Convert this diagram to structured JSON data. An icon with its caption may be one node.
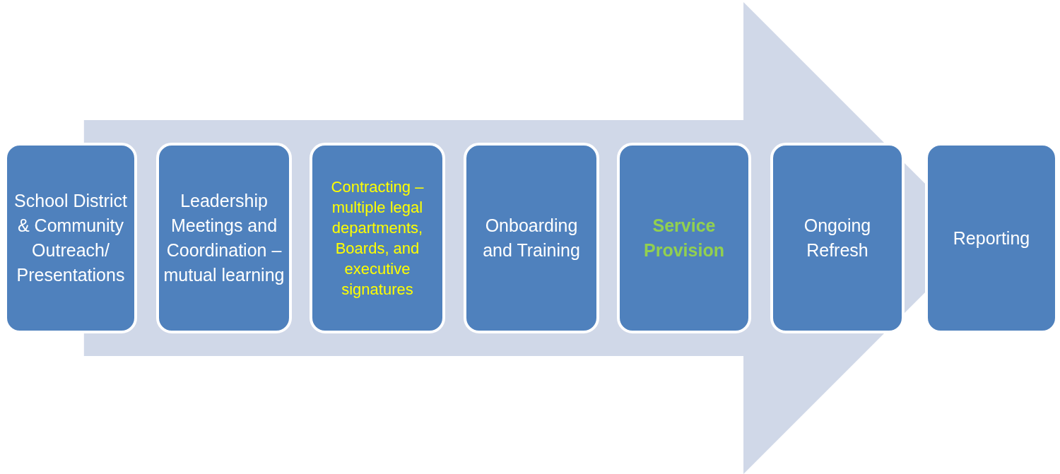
{
  "diagram": {
    "nodes": [
      {
        "text": [
          "School District & Community Outreach/ Presentations"
        ]
      },
      {
        "text": [
          "Leadership Meetings and Coordination – mutual learning"
        ]
      },
      {
        "text": [
          "Contracting – multiple legal departments, Boards, and executive signatures"
        ]
      },
      {
        "text": [
          "Onboarding and Training"
        ]
      },
      {
        "text": [
          "Service Provision"
        ]
      },
      {
        "text": [
          "Ongoing Refresh"
        ]
      },
      {
        "text": [
          "Reporting"
        ]
      }
    ],
    "edges": [
      {
        "from": 0,
        "to": 6,
        "arrow": "to",
        "style": "thick"
      }
    ]
  }
}
